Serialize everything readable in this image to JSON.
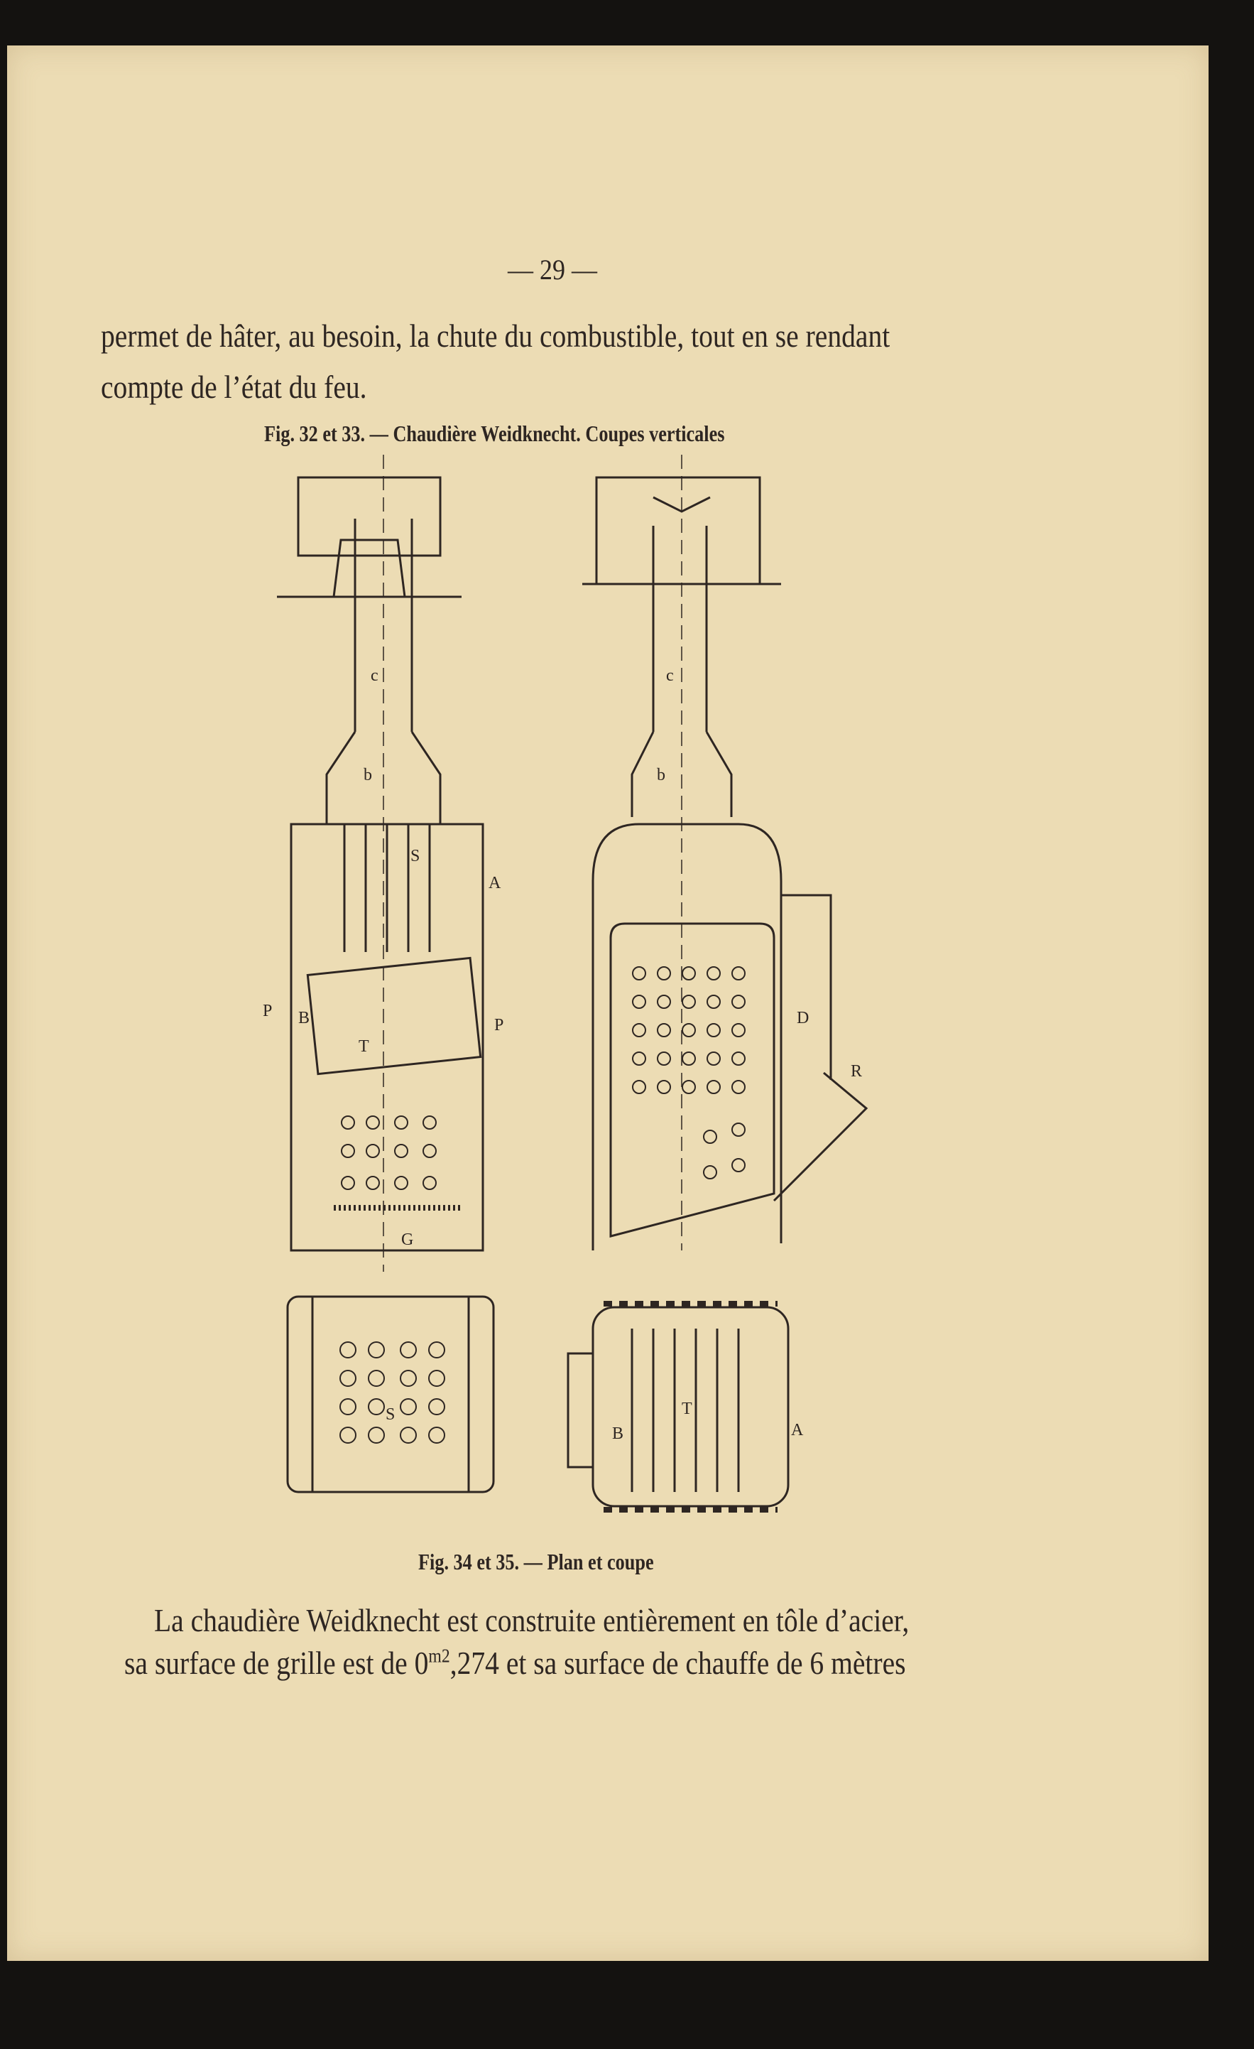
{
  "page_number": "— 29 —",
  "paragraph_1": {
    "line_1": "permet de hâter, au besoin, la chute du combustible, tout en se rendant",
    "line_2": "compte de l’état du feu."
  },
  "figure_1_caption": "Fig. 32 et 33. — Chaudière Weidknecht. Coupes verticales",
  "figure_1_labels": {
    "c": "c",
    "b": "b",
    "s": "S",
    "a": "A",
    "p": "P",
    "b_upper": "B",
    "t": "T",
    "g": "G",
    "d": "D",
    "r": "R"
  },
  "figure_2_labels": {
    "s": "S",
    "t": "T",
    "b_upper": "B",
    "a": "A"
  },
  "figure_2_caption": "Fig. 34 et 35. — Plan et coupe",
  "paragraph_2": {
    "line_1": "La chaudière Weidknecht est construite entièrement en tôle d’acier,",
    "line_2_part_1": "sa surface de grille est de 0",
    "line_2_sup": "m2",
    "line_2_part_2": ",274 et sa surface de chauffe de 6 mètres"
  }
}
